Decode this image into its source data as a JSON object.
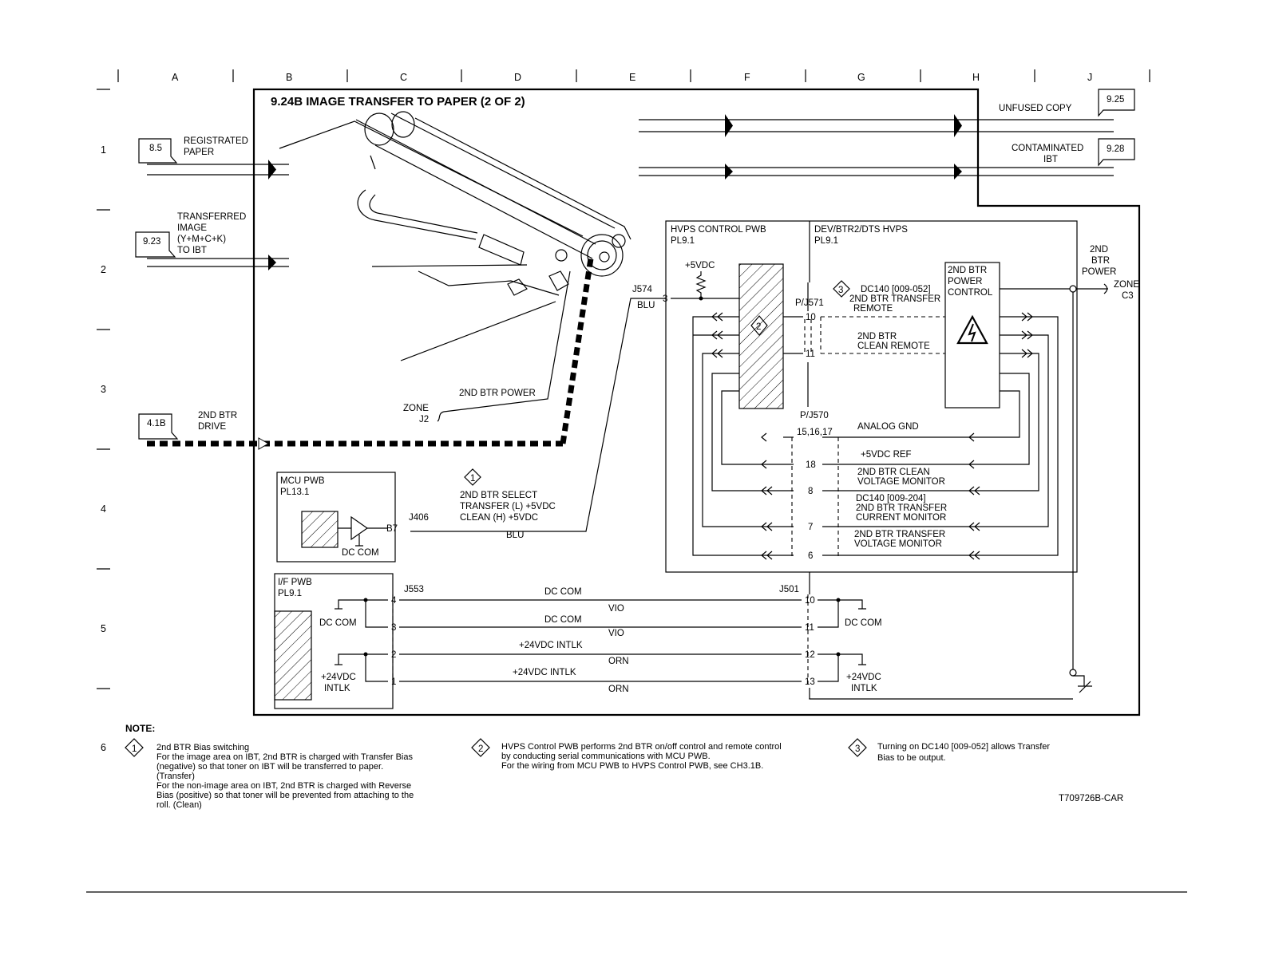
{
  "title": "9.24B IMAGE TRANSFER TO PAPER (2 OF 2)",
  "zones": {
    "columns": [
      "A",
      "B",
      "C",
      "D",
      "E",
      "F",
      "G",
      "H",
      "J"
    ],
    "rows": [
      "1",
      "2",
      "3",
      "4",
      "5",
      "6"
    ]
  },
  "refs": {
    "r85": "8.5",
    "r923": "9.23",
    "r41b": "4.1B",
    "r925": "9.25",
    "r928": "9.28"
  },
  "signals": {
    "registrated_paper_1": "REGISTRATED",
    "registrated_paper_2": "PAPER",
    "transferred_1": "TRANSFERRED",
    "transferred_2": "IMAGE",
    "transferred_3": "(Y+M+C+K)",
    "transferred_4": "TO IBT",
    "drive_1": "2ND BTR",
    "drive_2": "DRIVE",
    "unfused_copy": "UNFUSED COPY",
    "contaminated_1": "CONTAMINATED",
    "contaminated_2": "IBT",
    "btr_power_label": "2ND BTR POWER",
    "zone_j2_1": "ZONE",
    "zone_j2_2": "J2",
    "out_power_1": "2ND",
    "out_power_2": "BTR",
    "out_power_3": "POWER",
    "zone_c3_1": "ZONE",
    "zone_c3_2": "C3"
  },
  "hvps_control": {
    "name": "HVPS CONTROL PWB",
    "pl": "PL9.1",
    "supply": "+5VDC"
  },
  "hvps": {
    "name": "DEV/BTR2/DTS HVPS",
    "pl": "PL9.1"
  },
  "btr_ctrl": {
    "l1": "2ND BTR",
    "l2": "POWER",
    "l3": "CONTROL"
  },
  "connectors": {
    "j574": "J574",
    "j574_pin": "3",
    "j574_color": "BLU",
    "pj571": "P/J571",
    "pj570": "P/J570",
    "pin_15_17": "15,16,17",
    "pin10": "10",
    "pin11": "11",
    "pin18": "18",
    "pin8": "8",
    "pin7": "7",
    "pin6": "6",
    "j406": "J406",
    "b7": "B7",
    "j406_color": "BLU",
    "j553": "J553",
    "j501": "J501"
  },
  "callouts": {
    "c1": "1",
    "c2": "2",
    "c3": "3"
  },
  "hvps_signals": {
    "dc140_1": "DC140 [009-052]",
    "dc140_2": "2ND BTR TRANSFER",
    "dc140_3": "REMOTE",
    "clean_1": "2ND BTR",
    "clean_2": "CLEAN REMOTE",
    "analog_gnd": "ANALOG GND",
    "ref5": "+5VDC REF",
    "cvm_1": "2ND BTR CLEAN",
    "cvm_2": "VOLTAGE MONITOR",
    "tcm_1": "DC140 [009-204]",
    "tcm_2": "2ND BTR TRANSFER",
    "tcm_3": "CURRENT MONITOR",
    "tvm_1": "2ND BTR TRANSFER",
    "tvm_2": "VOLTAGE MONITOR"
  },
  "mcu": {
    "name": "MCU PWB",
    "pl": "PL13.1",
    "dc_com": "DC COM",
    "sel_1": "2ND BTR SELECT",
    "sel_2": "TRANSFER (L) +5VDC",
    "sel_3": "CLEAN (H) +5VDC"
  },
  "ifpwb": {
    "name": "I/F PWB",
    "pl": "PL9.1",
    "dc_com": "DC COM",
    "intlk_1": "+24VDC",
    "intlk_2": "INTLK",
    "pins_left": [
      "4",
      "3",
      "2",
      "1"
    ],
    "pins_right": [
      "10",
      "11",
      "12",
      "13"
    ],
    "wires": [
      {
        "name": "DC COM",
        "color": "VIO"
      },
      {
        "name": "DC COM",
        "color": "VIO"
      },
      {
        "name": "+24VDC INTLK",
        "color": "ORN"
      },
      {
        "name": "+24VDC INTLK",
        "color": "ORN"
      }
    ],
    "right_dc_com": "DC COM",
    "right_intlk_1": "+24VDC",
    "right_intlk_2": "INTLK"
  },
  "notes": {
    "heading": "NOTE:",
    "n1": [
      "2nd BTR Bias switching",
      "For the image area on IBT, 2nd BTR is charged with Transfer Bias",
      "(negative) so that toner on IBT will be transferred to paper.",
      "(Transfer)",
      "For the non-image area on IBT, 2nd BTR is charged with Reverse",
      "Bias (positive) so that toner will be prevented from attaching to the",
      "roll.  (Clean)"
    ],
    "n2": [
      "HVPS Control PWB performs 2nd BTR on/off control and remote control",
      "by conducting serial communications with MCU PWB.",
      "For the wiring from MCU PWB to HVPS Control PWB, see CH3.1B."
    ],
    "n3": [
      "Turning on DC140 [009-052] allows Transfer",
      "Bias to be output."
    ]
  },
  "doc_id": "T709726B-CAR"
}
